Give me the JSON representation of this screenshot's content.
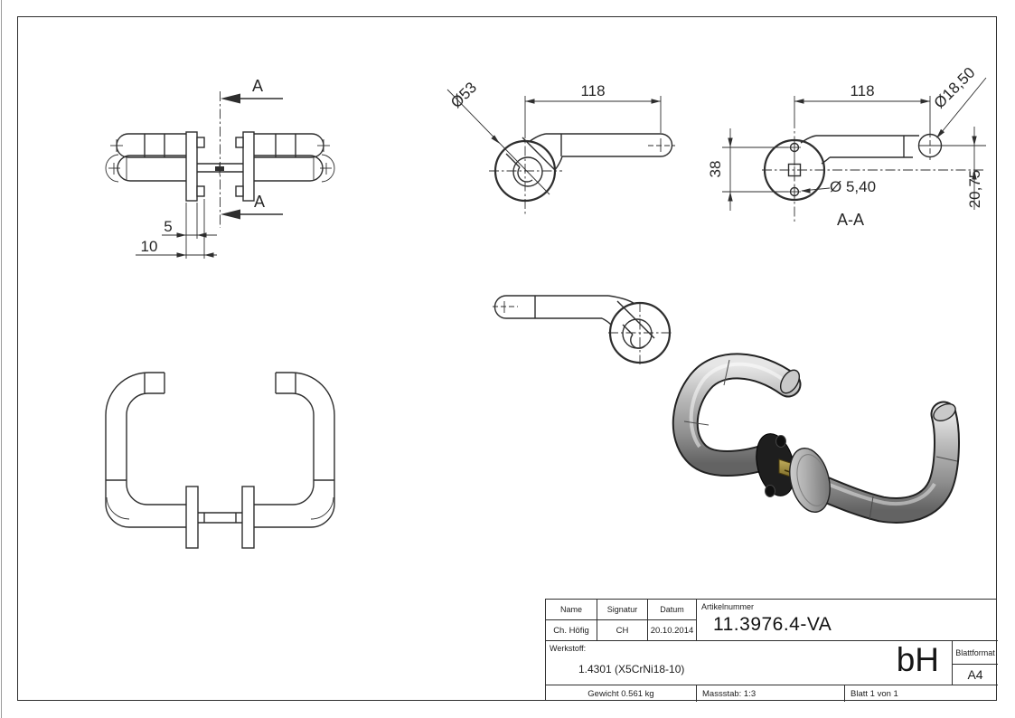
{
  "sheet": {
    "front_view": {
      "section_a_top": "A",
      "section_a_bottom": "A",
      "dim_plate": "5",
      "dim_plate_outer": "10"
    },
    "top_view": {
      "dim_rosette": "Ø53",
      "dim_length": "118"
    },
    "section_view": {
      "dim_length": "118",
      "dim_tube": "Ø18,50",
      "dim_hole_spacing": "38",
      "dim_hole": "Ø 5,40",
      "dim_axis_offset": "20,75",
      "label": "A-A"
    },
    "title_block": {
      "name_label": "Name",
      "signature_label": "Signatur",
      "date_label": "Datum",
      "article_label": "Artikelnummer",
      "name": "Ch. Höfig",
      "signature": "CH",
      "date": "20.10.2014",
      "article_number": "11.3976.4-VA",
      "material_label": "Werkstoff:",
      "material": "1.4301 (X5CrNi18-10)",
      "logo": "bH",
      "sheet_format_label": "Blattformat",
      "sheet_format": "A4",
      "weight": "Gewicht 0.561 kg",
      "scale": "Massstab: 1:3",
      "sheet_number": "Blatt 1 von 1"
    },
    "colors": {
      "line": "#2e2e2e",
      "metal_light": "#dedede",
      "metal_mid": "#a8a8a8",
      "metal_dark": "#6a6a6a",
      "rosette_black": "#1e1e1e",
      "brass": "#a8923c"
    }
  }
}
